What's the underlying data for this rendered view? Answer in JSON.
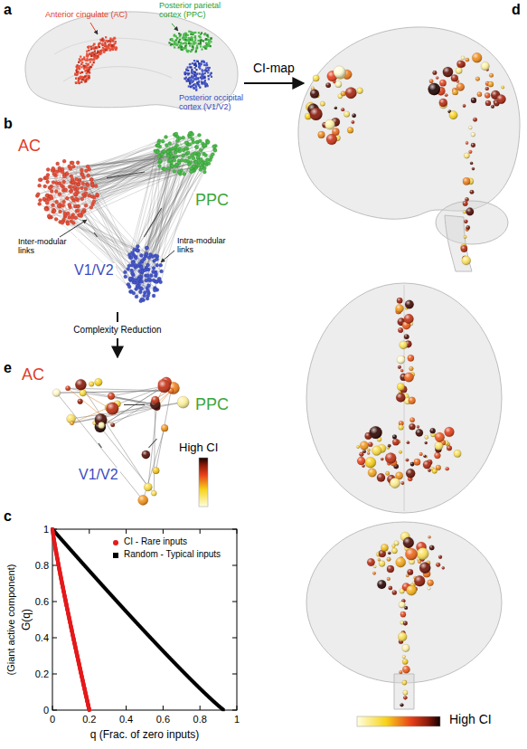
{
  "diagram": {
    "nodes": [
      {
        "text": [
          "AC"
        ]
      },
      {
        "text": [
          "PPC"
        ]
      },
      {
        "text": [
          "V1/V2"
        ]
      },
      {
        "text": [
          "AC"
        ]
      },
      {
        "text": [
          "PPC"
        ]
      },
      {
        "text": [
          "V1/V2"
        ]
      }
    ],
    "edges": [
      {
        "from": 0,
        "to": 1,
        "arrow": "none"
      },
      {
        "from": 0,
        "to": 2,
        "arrow": "none"
      },
      {
        "from": 1,
        "to": 2,
        "arrow": "none"
      },
      {
        "from": 3,
        "to": 4,
        "arrow": "none"
      },
      {
        "from": 3,
        "to": 5,
        "arrow": "none"
      },
      {
        "from": 4,
        "to": 5,
        "arrow": "none"
      }
    ],
    "labels": [
      "a",
      "Anterior cingulate (AC)",
      "Posterior parietal cortex (PPC)",
      "Posterior occipital cortex (V1/V2)",
      "CI-map",
      "b",
      "Inter-modular links",
      "Intra-modular links",
      "Complexity Reduction",
      "e",
      "High CI",
      "c",
      "G(q)",
      "(Giant active component)",
      "q (Frac. of zero inputs)",
      "0",
      "0.2",
      "0.4",
      "0.6",
      "0.8",
      "1",
      "0",
      "0.2",
      "0.4",
      "0.6",
      "0.8",
      "1",
      "d",
      "High CI"
    ],
    "legend": [
      {
        "text": "CI - Rare inputs",
        "color": "#e41a1c"
      },
      {
        "text": "Random - Typical inputs",
        "color": "#000000"
      }
    ]
  }
}
